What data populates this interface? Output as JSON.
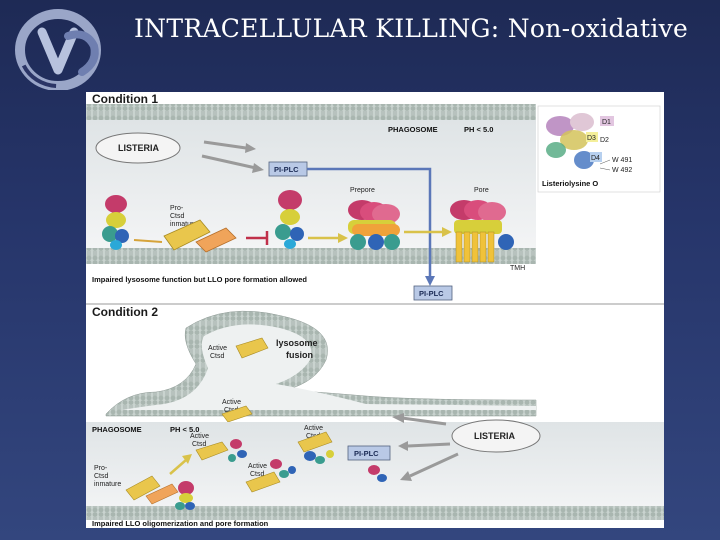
{
  "slide": {
    "title": "INTRACELLULAR KILLING: Non-oxidative"
  },
  "logo": {
    "icon": "vc-logo-icon"
  },
  "figure": {
    "condition1": {
      "label": "Condition 1",
      "phagosome": "PHAGOSOME",
      "ph": "PH < 5.0",
      "listeria": "LISTERIA",
      "pi_plc_top": "PI-PLC",
      "pi_plc_bottom": "PI-PLC",
      "pro_ctsd_1": "Pro-",
      "pro_ctsd_2": "Ctsd",
      "pro_ctsd_3": "inmature",
      "prepore": "Prepore",
      "pore": "Pore",
      "tmh": "TMH",
      "caption": "Impaired lysosome function but LLO pore formation allowed"
    },
    "inset": {
      "d1": "D1",
      "d2": "D2",
      "d3": "D3",
      "d4": "D4",
      "w491": "W 491",
      "w492": "W 492",
      "name": "Listeriolysine O"
    },
    "condition2": {
      "label": "Condition 2",
      "active_ctsd_1": "Active",
      "active_ctsd_2": "Ctsd",
      "lysosome_1": "lysosome",
      "lysosome_2": "fusion",
      "phagosome": "PHAGOSOME",
      "ph": "PH < 5.0",
      "listeria": "LISTERIA",
      "pi_plc": "PI-PLC",
      "pro_ctsd_1": "Pro-",
      "pro_ctsd_2": "Ctsd",
      "pro_ctsd_3": "inmature",
      "caption": "Impaired LLO oligomerization and pore formation"
    }
  }
}
